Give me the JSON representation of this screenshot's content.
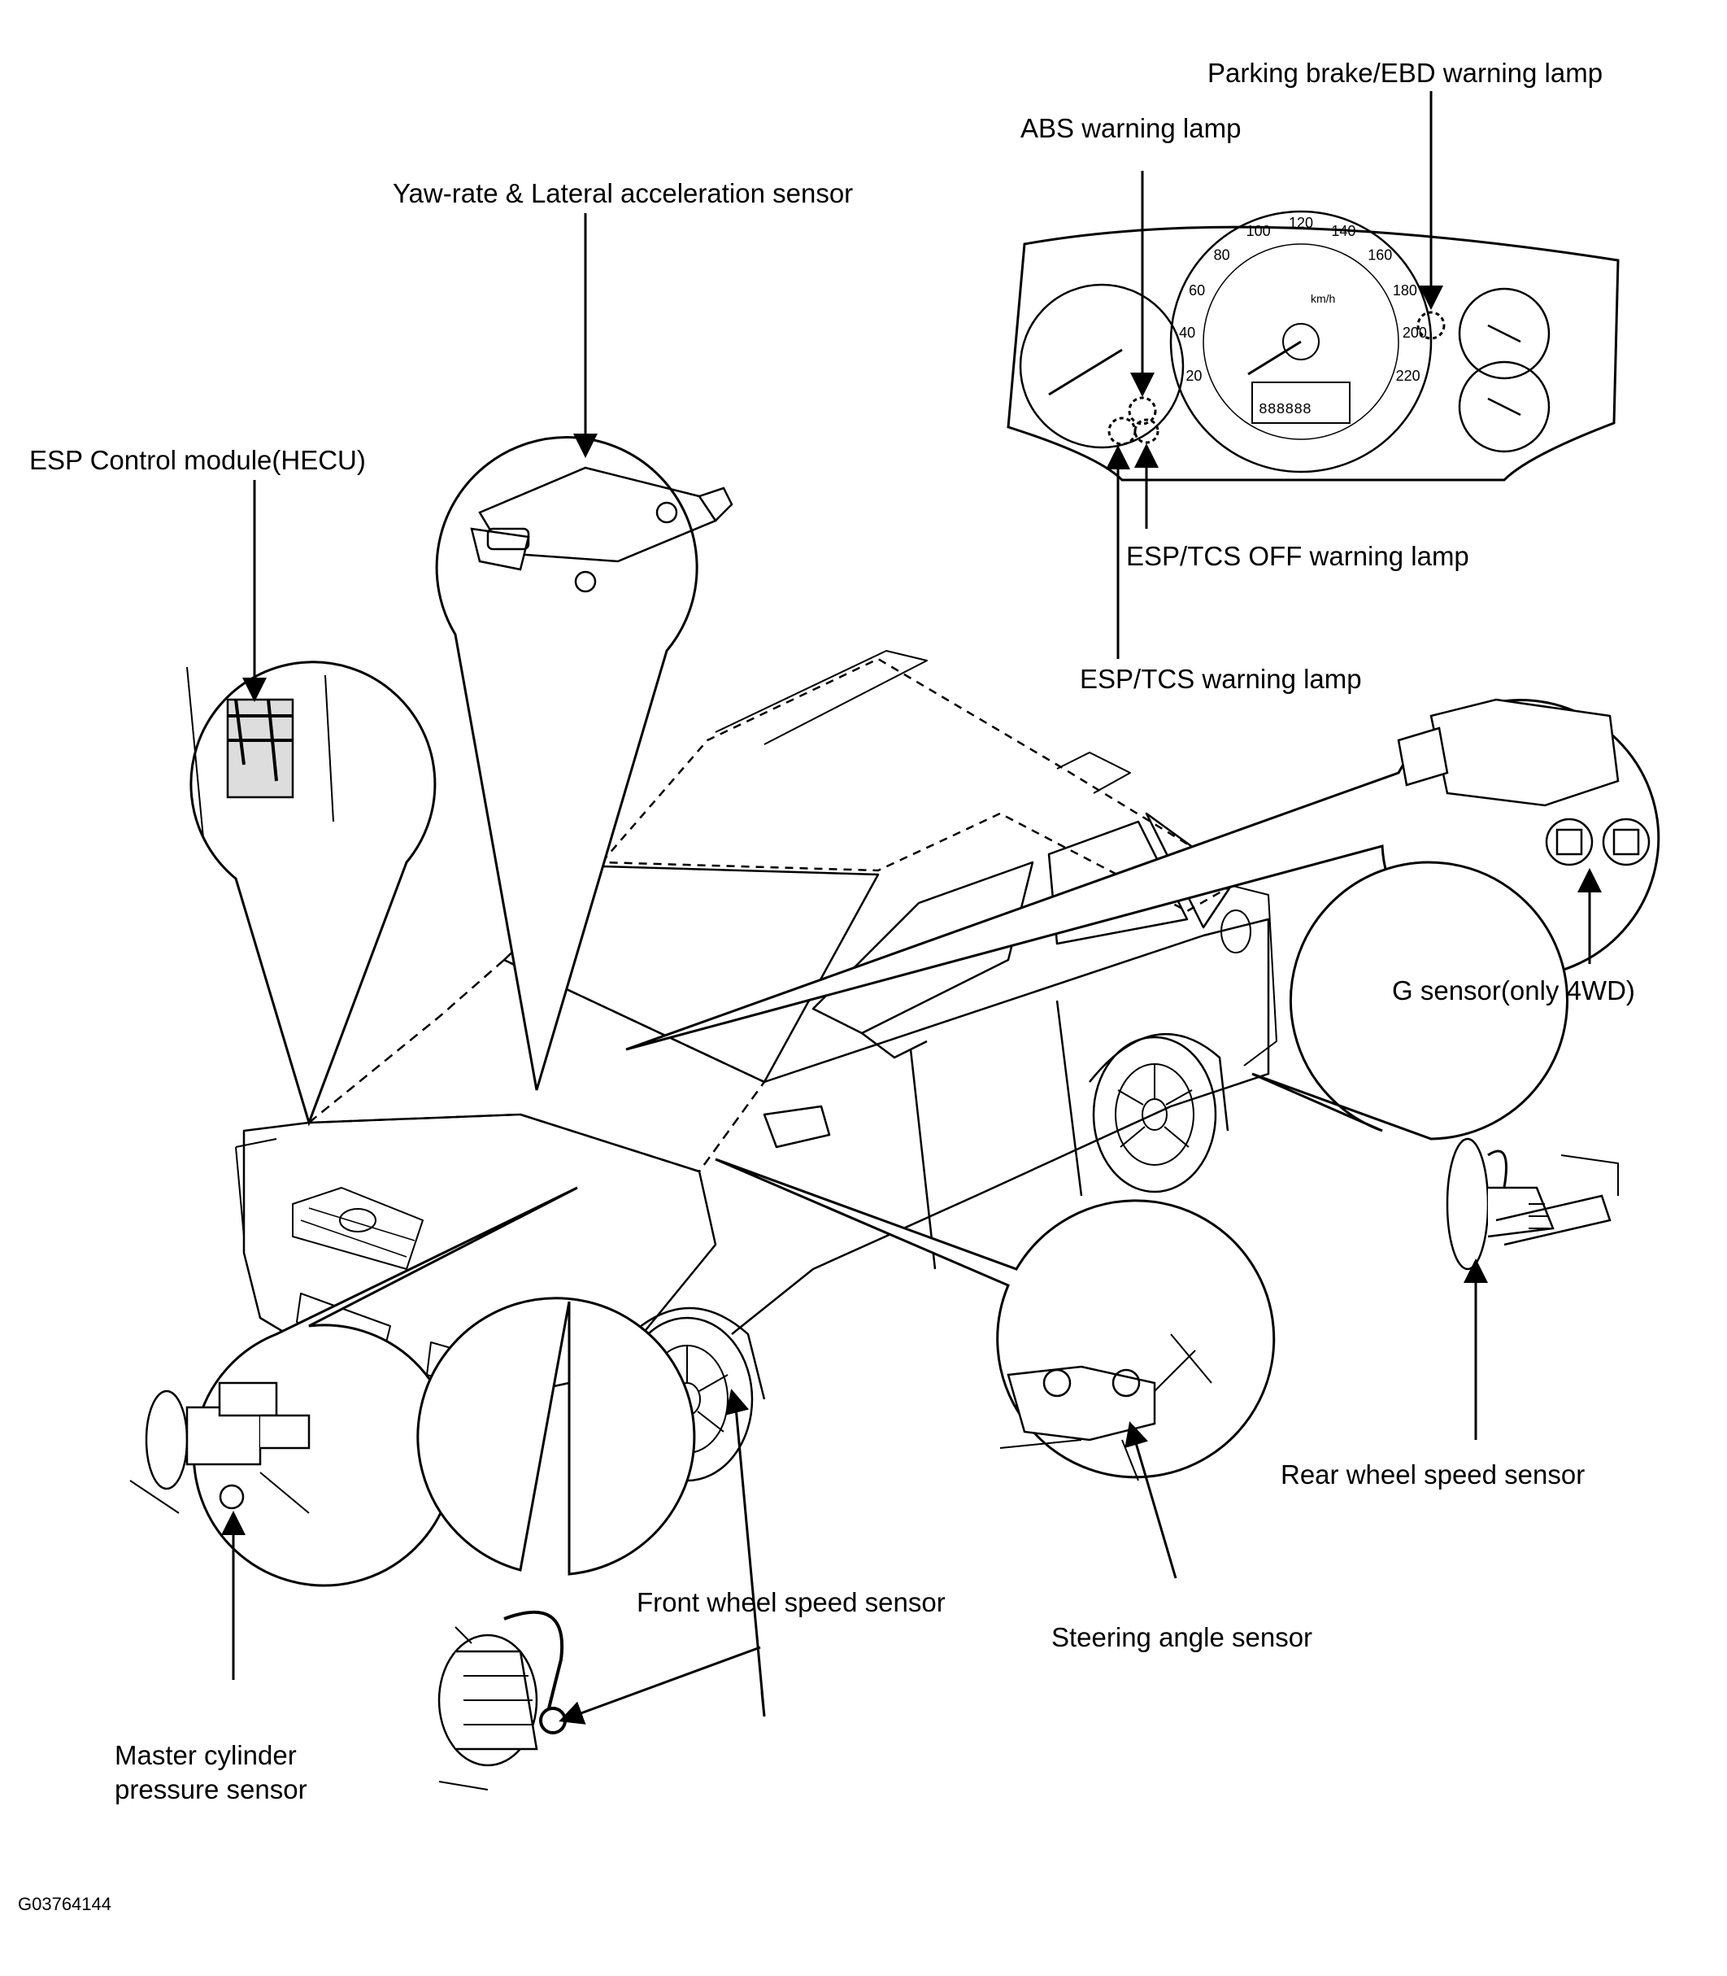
{
  "labels": {
    "parking_brake_ebd": "Parking brake/EBD warning lamp",
    "abs": "ABS warning lamp",
    "yaw_rate": "Yaw-rate & Lateral acceleration sensor",
    "esp_control_module": "ESP Control module(HECU)",
    "esp_tcs_off": "ESP/TCS OFF warning lamp",
    "esp_tcs": "ESP/TCS warning lamp",
    "g_sensor": "G sensor(only 4WD)",
    "rear_wheel_speed": "Rear wheel speed sensor",
    "front_wheel_speed": "Front wheel speed sensor",
    "steering_angle": "Steering angle sensor",
    "master_cylinder_line1": "Master cylinder",
    "master_cylinder_line2": "pressure sensor"
  },
  "cluster": {
    "speed_ticks": [
      "20",
      "40",
      "60",
      "80",
      "100",
      "120",
      "140",
      "160",
      "180",
      "200",
      "220"
    ],
    "unit": "km/h",
    "odometer": "888888"
  },
  "figure_id": "G03764144",
  "colors": {
    "ink": "#000000",
    "paper": "#ffffff"
  }
}
